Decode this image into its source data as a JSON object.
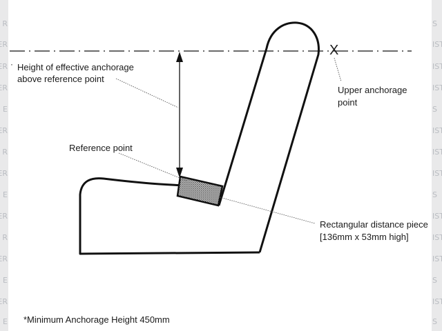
{
  "labels": {
    "height_line1": "Height of effective anchorage",
    "height_line2": "above reference point",
    "upper_line1": "Upper anchorage",
    "upper_line2": "point",
    "reference_point": "Reference point",
    "piece_line1": "Rectangular distance piece",
    "piece_line2": "[136mm x 53mm high]",
    "footnote": "*Minimum Anchorage Height 450mm",
    "anchor_mark": "X",
    "bullet": "·"
  },
  "watermark": {
    "left": [
      "R",
      "ER",
      "DER",
      "ER",
      "E",
      "DER",
      "R",
      "ER",
      "E",
      "ER",
      "R",
      "DER",
      "E",
      "ER",
      "E"
    ],
    "right": [
      "S",
      "IST",
      "IST",
      "IST",
      "S",
      "IST",
      "IST",
      "IST",
      "S",
      "IST",
      "IST",
      "IST",
      "S",
      "IST",
      "S"
    ]
  },
  "colors": {
    "line": "#111111",
    "leader": "#555555",
    "hatch_fill": "#9c9c9c",
    "edge_band": "#e9e9ea",
    "watermark": "#b9bcc1"
  }
}
